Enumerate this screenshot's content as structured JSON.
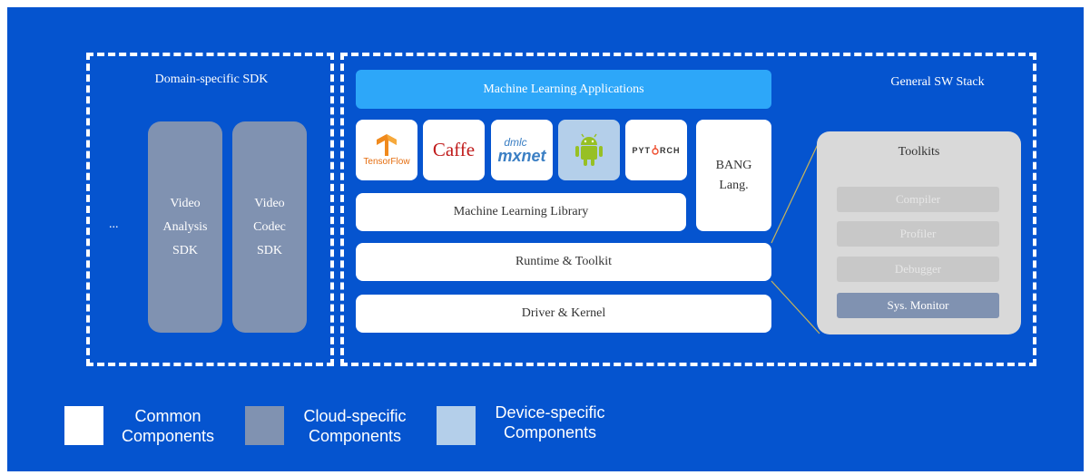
{
  "domain_sdk": {
    "title": "Domain-specific SDK",
    "ellipsis": "...",
    "video_analysis": "Video\nAnalysis\nSDK",
    "video_codec": "Video\nCodec\nSDK"
  },
  "general_stack": {
    "title": "General SW Stack",
    "ml_applications": "Machine Learning Applications",
    "ml_library": "Machine Learning Library",
    "runtime": "Runtime & Toolkit",
    "driver": "Driver & Kernel",
    "bang": "BANG\nLang."
  },
  "frameworks": {
    "tensorflow": "TensorFlow",
    "caffe": "Caffe",
    "mxnet_top": "dmlc",
    "mxnet_bottom": "mxnet",
    "android_icon": "android-icon",
    "pytorch_prefix": "PYT",
    "pytorch_suffix": "RCH"
  },
  "toolkits": {
    "title": "Toolkits",
    "items": [
      "Compiler",
      "Profiler",
      "Debugger",
      "Sys. Monitor"
    ]
  },
  "legend": {
    "common": "Common\nComponents",
    "cloud": "Cloud-specific\nComponents",
    "device": "Device-specific\nComponents"
  },
  "colors": {
    "background": "#0554cf",
    "ml_applications": "#2da7f9",
    "common": "#ffffff",
    "cloud": "#8092b1",
    "device": "#b4cfea",
    "toolkit_panel": "#d9d9d9",
    "toolkit_item": "#c8c8c8",
    "connector": "#c8b45a"
  }
}
